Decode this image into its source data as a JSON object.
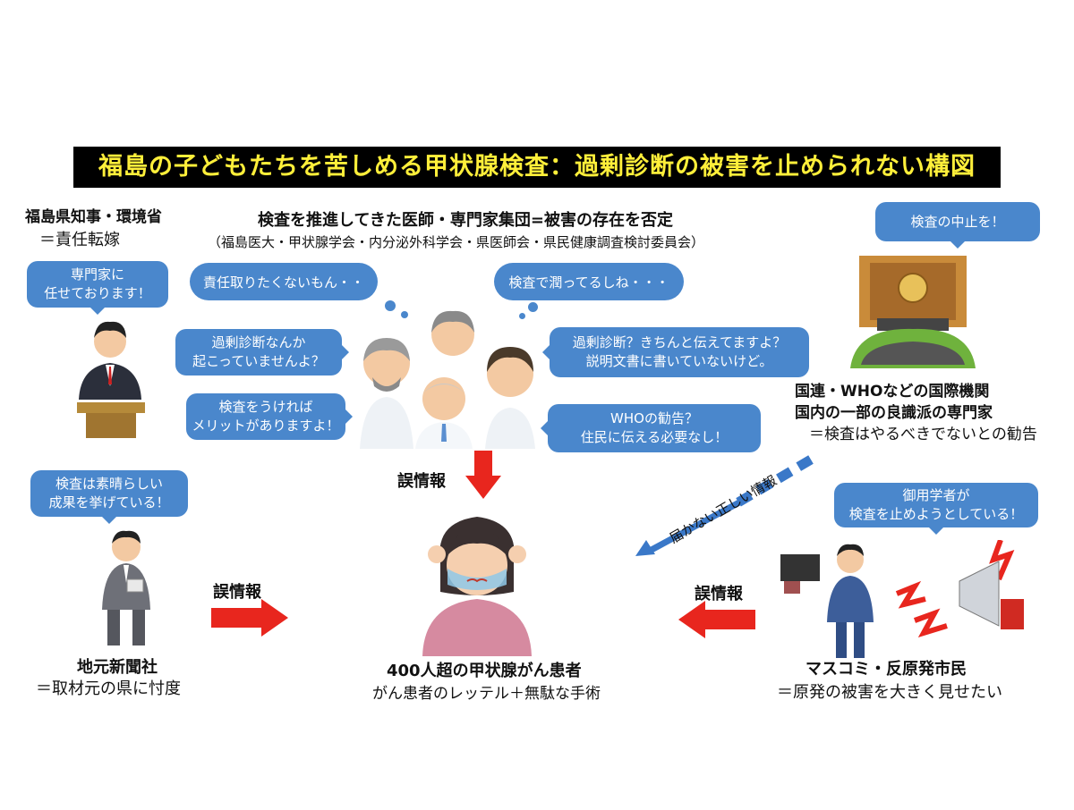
{
  "title": "福島の子どもたちを苦しめる甲状腺検査：過剰診断の被害を止められない構図",
  "governor": {
    "name": "福島県知事・環境省",
    "role": "＝責任転嫁",
    "speech": [
      "専門家に",
      "任せております！"
    ]
  },
  "experts": {
    "heading": "検査を推進してきた医師・専門家集団=被害の存在を否定",
    "members": "（福島医大・甲状腺学会・内分泌外科学会・県医師会・県民健康調査検討委員会）",
    "thought_left": "責任取りたくないもん・・",
    "thought_right": "検査で潤ってるしね・・・",
    "speech_1": [
      "過剰診断なんか",
      "起こっていませんよ？"
    ],
    "speech_2": [
      "検査をうければ",
      "メリットがありますよ！"
    ],
    "speech_3": [
      "過剰診断？きちんと伝えてますよ？",
      "説明文書に書いていないけど。"
    ],
    "speech_4": [
      "WHOの勧告？",
      "住民に伝える必要なし！"
    ]
  },
  "international": {
    "speech": "検査の中止を！",
    "line1": "国連・WHOなどの国際機関",
    "line2": "国内の一部の良識派の専門家",
    "line3": "＝検査はやるべきでないとの勧告"
  },
  "newspaper": {
    "speech": [
      "検査は素晴らしい",
      "成果を挙げている！"
    ],
    "name": "地元新聞社",
    "role": "＝取材元の県に忖度"
  },
  "media": {
    "speech": [
      "御用学者が",
      "検査を止めようとしている！"
    ],
    "name": "マスコミ・反原発市民",
    "role": "＝原発の被害を大きく見せたい"
  },
  "patient": {
    "name": "400人超の甲状腺がん患者",
    "role": "がん患者のレッテル＋無駄な手術"
  },
  "arrows": {
    "misinfo_top": "誤情報",
    "misinfo_left": "誤情報",
    "misinfo_right": "誤情報",
    "blocked": "届かない正しい情報"
  },
  "colors": {
    "bubble": "#4a87cc",
    "arrow": "#e8261e",
    "title_text": "#ffef3a"
  }
}
